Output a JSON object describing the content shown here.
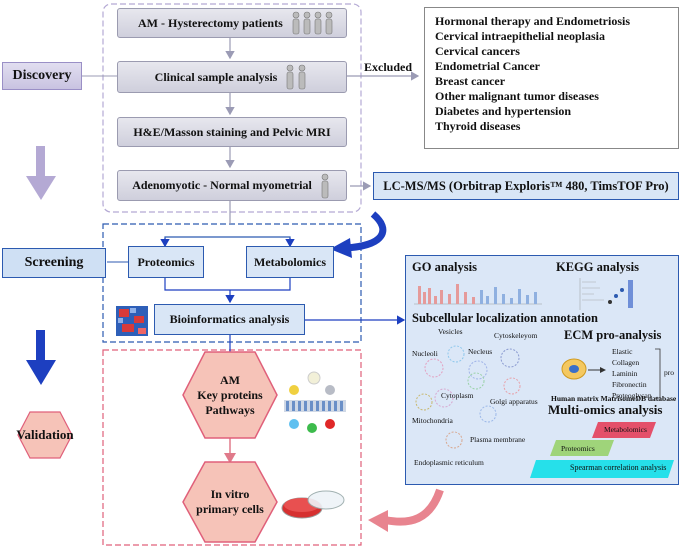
{
  "stages": {
    "discovery": "Discovery",
    "screening": "Screening",
    "validation": "Validation"
  },
  "discovery": {
    "step1": "AM - Hysterectomy patients",
    "step2": "Clinical sample analysis",
    "step3": "H&E/Masson staining and Pelvic MRI",
    "step4": "Adenomyotic - Normal myometrial",
    "excluded_label": "Excluded",
    "excluded_items": [
      "Hormonal therapy and Endometriosis",
      "Cervical  intraepithelial neoplasia",
      "Cervical cancers",
      "Endometrial Cancer",
      "Breast cancer",
      "Other malignant tumor diseases",
      "Diabetes and  hypertension",
      "Thyroid diseases"
    ],
    "lcms": "LC-MS/MS (Orbitrap Exploris™ 480, TimsTOF Pro)"
  },
  "screening": {
    "proteomics": "Proteomics",
    "metabolomics": "Metabolomics",
    "bioinformatics": "Bioinformatics analysis"
  },
  "validation": {
    "hex1_lines": [
      "AM",
      "Key proteins",
      "Pathways"
    ],
    "hex2_lines": [
      "In vitro",
      "primary cells"
    ]
  },
  "panel": {
    "go": "GO analysis",
    "kegg": "KEGG analysis",
    "subcellular": "Subcellular localization annotation",
    "organelles": {
      "vesicles": "Vesicles",
      "cytoskeleton": "Cytoskeleyom",
      "nucleoli": "Nucleoli",
      "nucleus": "Necleus",
      "cytoplasm": "Cytoplasm",
      "golgi": "Golgi apparatus",
      "mitochondria": "Mitochondria",
      "plasma_membrane": "Plasma membrane",
      "er": "Endoplasmic reticulum"
    },
    "ecm_title": "ECM pro-analysis",
    "ecm_items": [
      "Elastic",
      "Collagen",
      "Laminin",
      "Fibronectin",
      "Proteoglycan"
    ],
    "ecm_pro": "pro",
    "ecm_db": "Human matrix MatrisomeDB database",
    "multiomics": "Multi-omics  analysis",
    "mo_metabolomics": "Metabolomics",
    "mo_proteomics": "Proteomics",
    "mo_spearman": "Spearman correlation analysis"
  },
  "colors": {
    "accent_blue": "#2c5ab0",
    "pink": "#e0607a",
    "hex_fill": "#f6c3b8",
    "stage_purple": "#b4a9d4"
  }
}
